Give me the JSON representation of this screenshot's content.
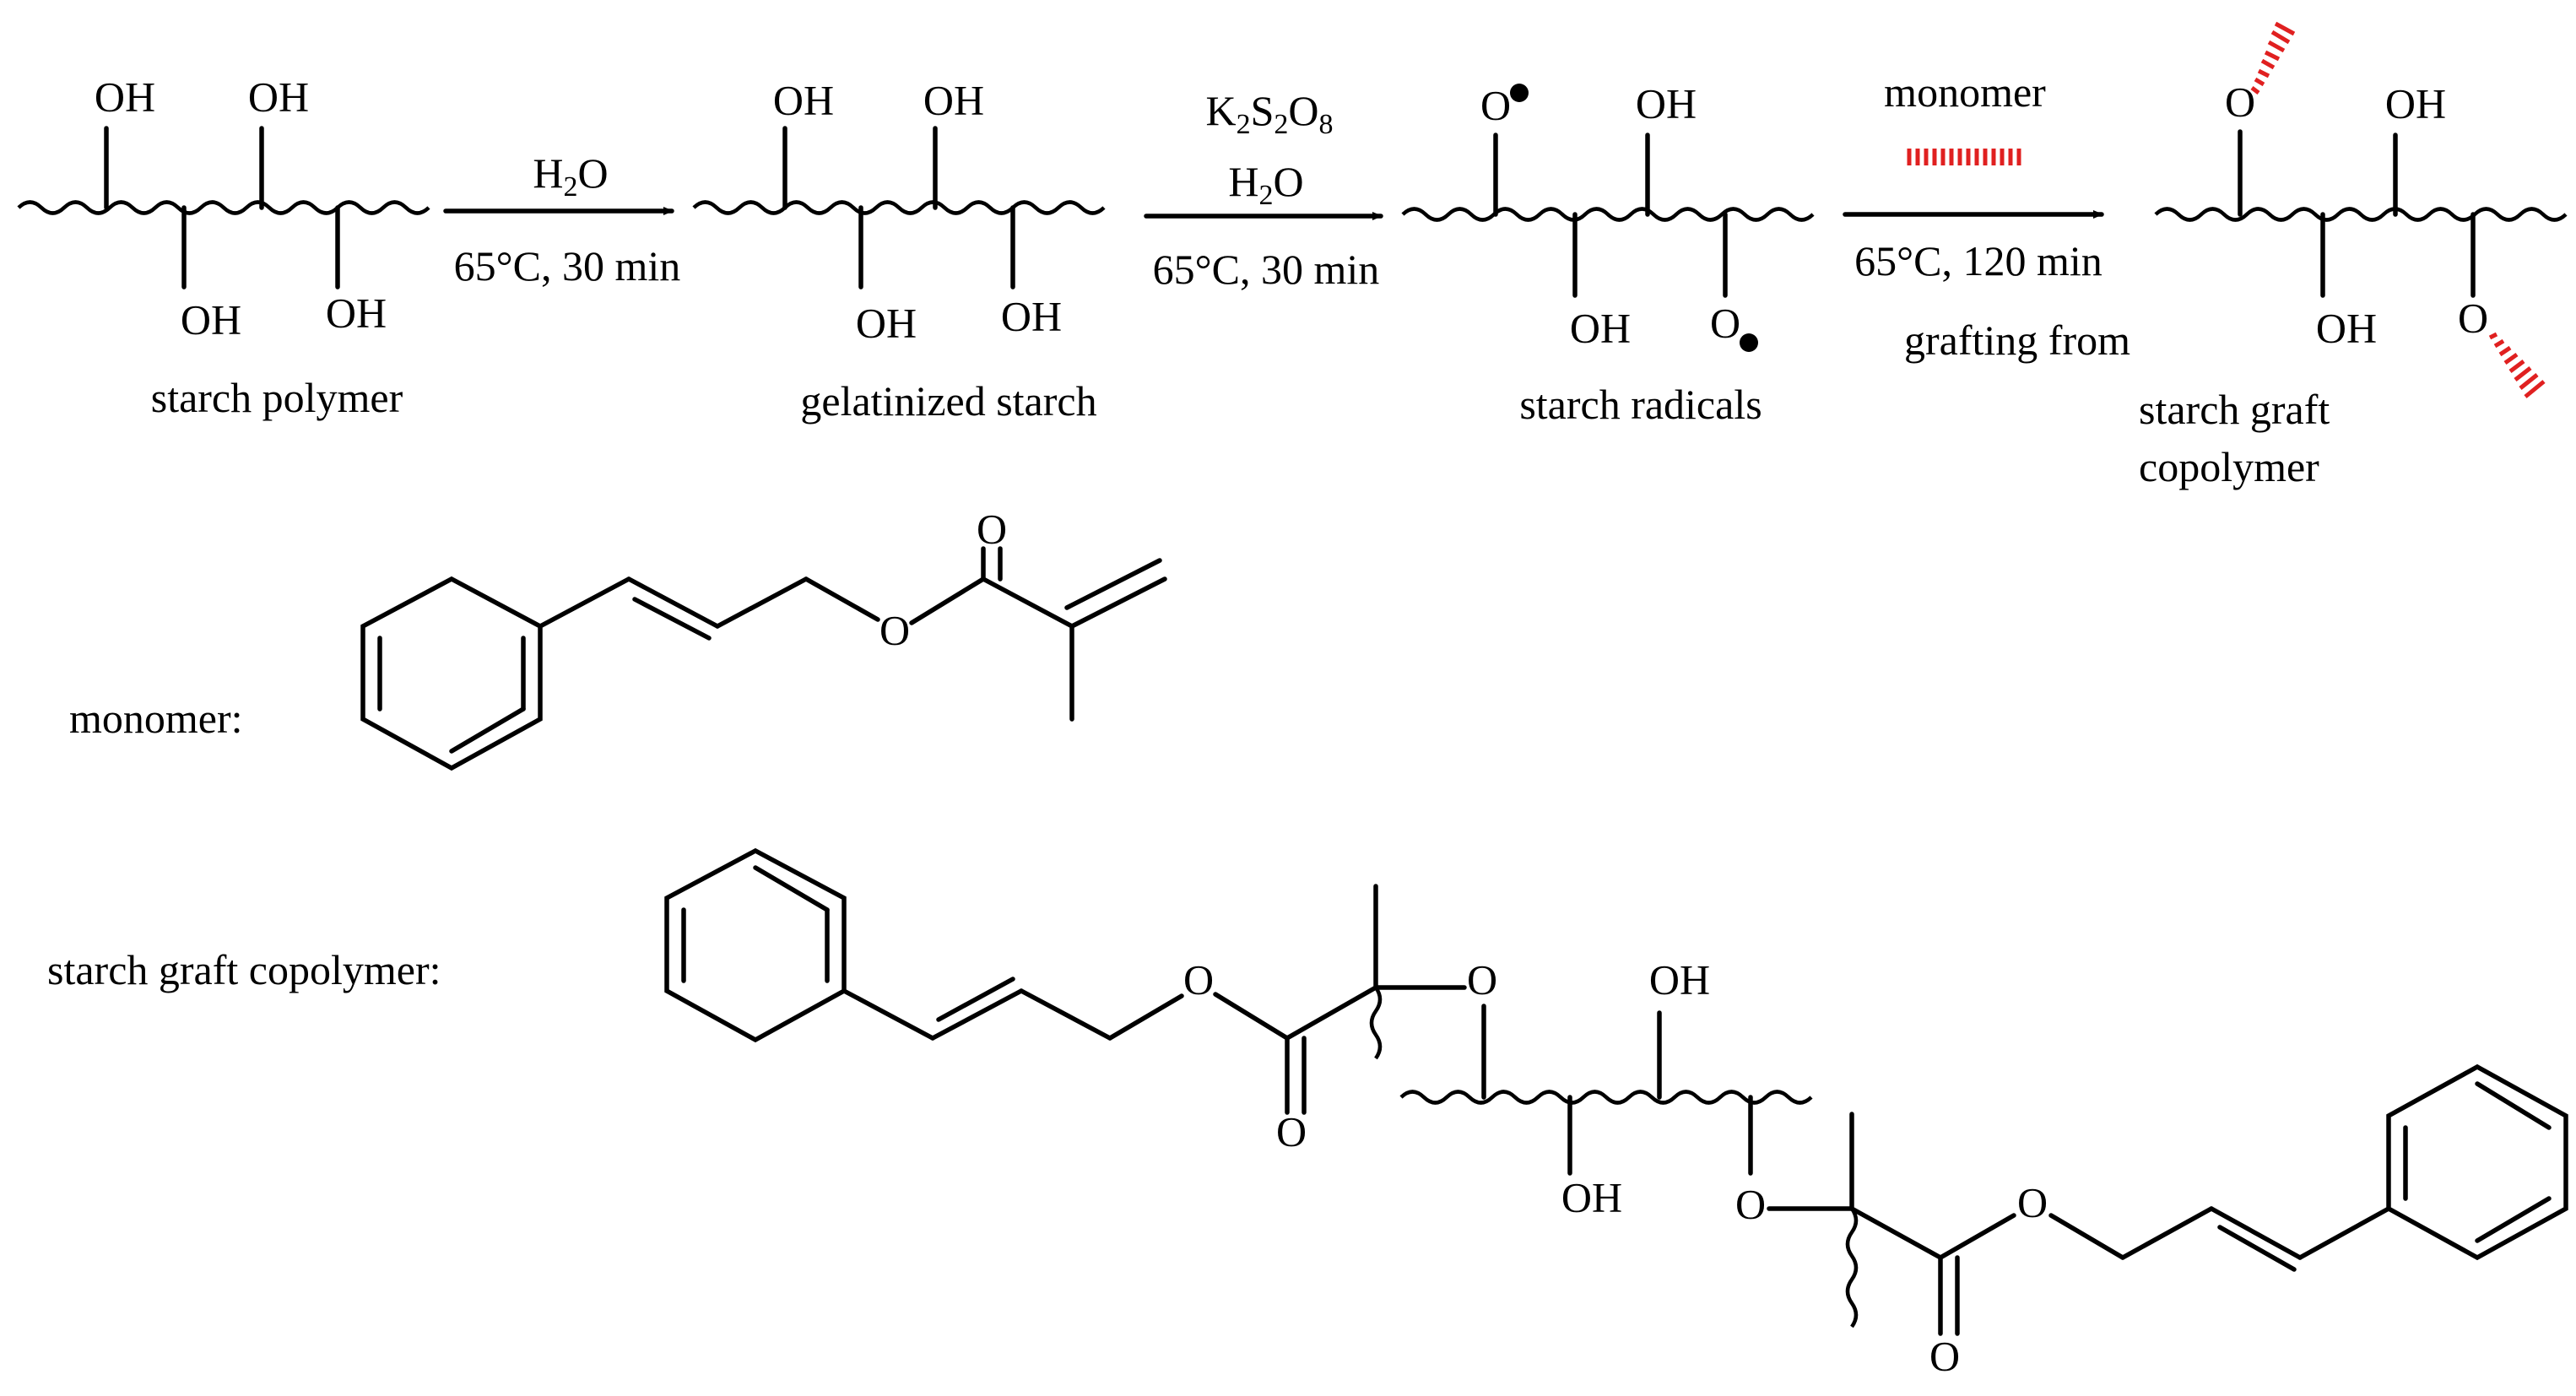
{
  "steps": {
    "starch_polymer": "starch polymer",
    "gelatinized_starch": "gelatinized starch",
    "starch_radicals": "starch radicals",
    "graft_line1": "starch graft",
    "graft_line2": "copolymer"
  },
  "arrow1": {
    "reagent": "H",
    "reagent_sub": "2",
    "reagent_tail": "O",
    "conditions": "65°C, 30 min"
  },
  "arrow2": {
    "reagent_K": "K",
    "reagent_K_sub": "2",
    "reagent_S": "S",
    "reagent_S_sub": "2",
    "reagent_O": "O",
    "reagent_O_sub": "8",
    "solvent": "H",
    "solvent_sub": "2",
    "solvent_tail": "O",
    "conditions": "65°C, 30 min"
  },
  "arrow3": {
    "reagent": "monomer",
    "conditions": "65°C, 120 min",
    "note": "grafting from"
  },
  "structures": {
    "monomer_label": "monomer:",
    "copolymer_label": "starch graft copolymer:"
  },
  "atoms": {
    "oh": "OH",
    "o": "O"
  },
  "colors": {
    "ink": "#000000",
    "graft_hash": "#e02020"
  }
}
